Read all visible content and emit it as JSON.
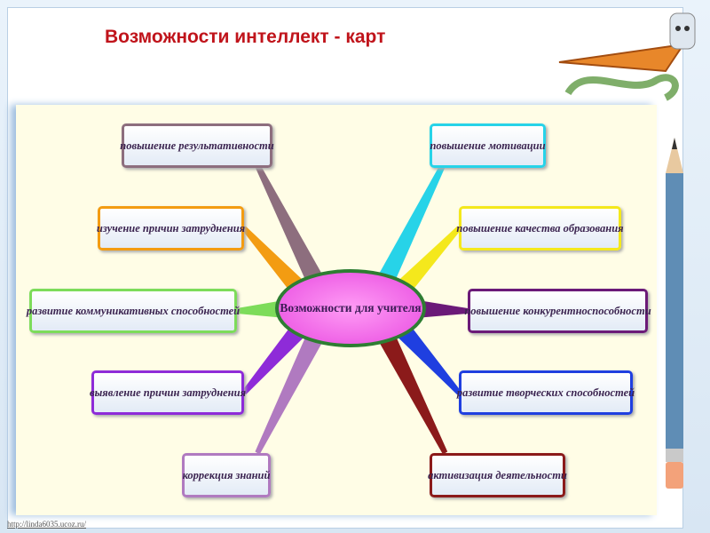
{
  "title": "Возможности интеллект - карт",
  "center": "Возможности для учителя",
  "left_items": [
    {
      "label": "повышение результативности",
      "color": "#8d6e7e"
    },
    {
      "label": "изучение причин затруднения",
      "color": "#f39c12"
    },
    {
      "label": "развитие коммуникативных способностей",
      "color": "#7ddc5a"
    },
    {
      "label": "выявление причин затруднения",
      "color": "#8e2bd8"
    },
    {
      "label": "коррекция знаний",
      "color": "#b07ac0"
    }
  ],
  "right_items": [
    {
      "label": "повышение мотивации",
      "color": "#27d3e8"
    },
    {
      "label": "повышение качества образования",
      "color": "#f4e81c"
    },
    {
      "label": "повышение конкурентноспособности",
      "color": "#6b1a78"
    },
    {
      "label": "развитие творческих способностей",
      "color": "#1f3fe0"
    },
    {
      "label": "активизация деятельности",
      "color": "#8b1a1a"
    }
  ],
  "source_url": "http://linda6035.ucoz.ru/"
}
